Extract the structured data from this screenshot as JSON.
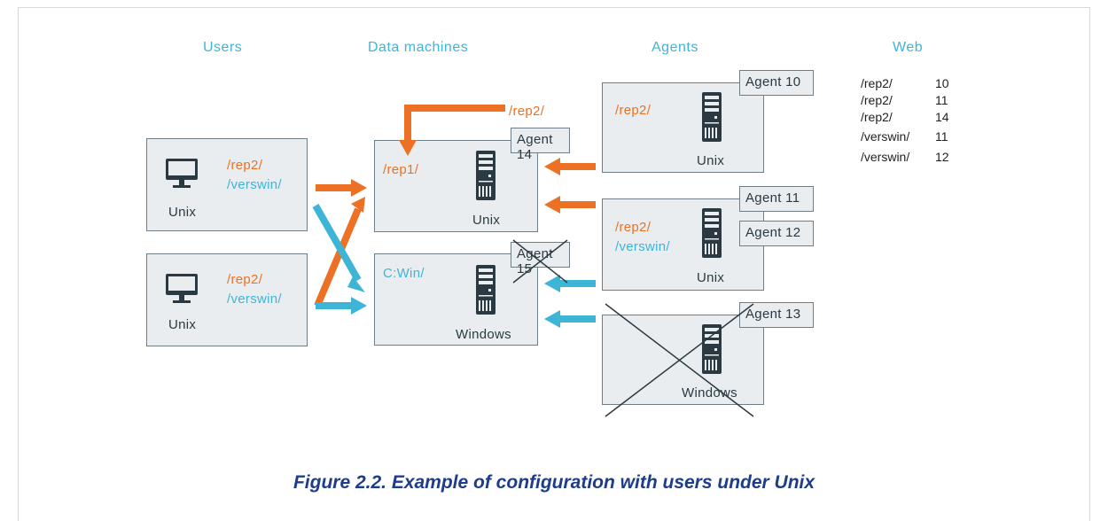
{
  "headers": {
    "users": "Users",
    "data_machines": "Data machines",
    "agents": "Agents",
    "web": "Web"
  },
  "users": [
    {
      "paths": [
        "/rep2/",
        "/verswin/"
      ],
      "os": "Unix"
    },
    {
      "paths": [
        "/rep2/",
        "/verswin/"
      ],
      "os": "Unix"
    }
  ],
  "data_machines": [
    {
      "path": "/rep1/",
      "os": "Unix",
      "agent": "Agent 14",
      "route_label": "/rep2/"
    },
    {
      "path": "C:Win/",
      "os": "Windows",
      "agent": "Agent 15"
    }
  ],
  "agents": [
    {
      "paths": [
        "/rep2/"
      ],
      "os": "Unix",
      "agents": [
        "Agent 10"
      ]
    },
    {
      "paths": [
        "/rep2/",
        "/verswin/"
      ],
      "os": "Unix",
      "agents": [
        "Agent 11",
        "Agent 12"
      ]
    },
    {
      "paths": [],
      "os": "Windows",
      "agents": [
        "Agent 13"
      ]
    }
  ],
  "web": [
    {
      "path": "/rep2/",
      "agent": "10"
    },
    {
      "path": "/rep2/",
      "agent": "11"
    },
    {
      "path": "/rep2/",
      "agent": "14"
    },
    {
      "path": "/verswin/",
      "agent": "11"
    },
    {
      "path": "/verswin/",
      "agent": "12"
    }
  ],
  "caption": "Figure 2.2. Example of configuration with users under Unix",
  "colors": {
    "orange": "#ec7125",
    "blue": "#3eb5d6",
    "box": "#e9edf0",
    "line": "#2b3a42",
    "caption": "#1e3c8c"
  },
  "icons": {
    "user": "monitor-icon",
    "machine": "server-icon"
  }
}
